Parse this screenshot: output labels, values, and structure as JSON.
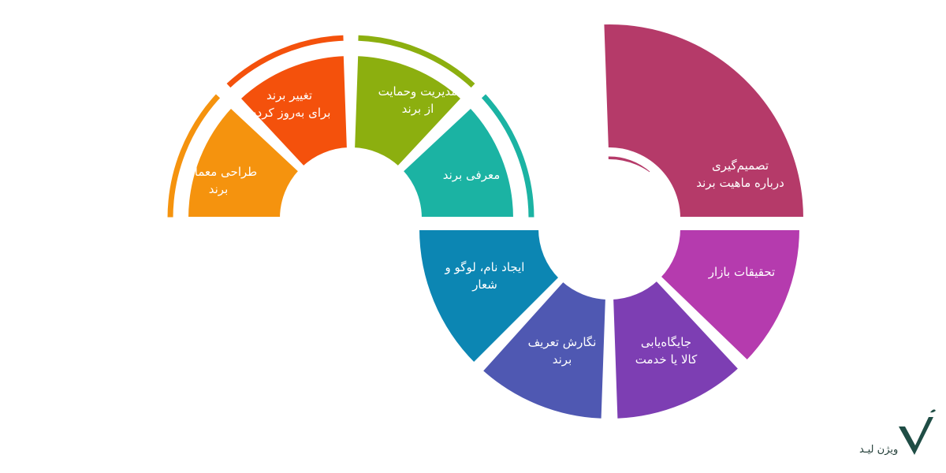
{
  "segments": [
    {
      "id": "brand-architecture",
      "lines": [
        "طراحی معماری",
        "برند"
      ],
      "color": "#F5930E"
    },
    {
      "id": "rebranding",
      "lines": [
        "تغییر برند",
        "برای به‌روز کردن"
      ],
      "color": "#F4510C"
    },
    {
      "id": "brand-management",
      "lines": [
        "مدیریت وحمایت",
        "از برند"
      ],
      "color": "#8CAF0F"
    },
    {
      "id": "brand-introduction",
      "lines": [
        "معرفی برند"
      ],
      "color": "#1BB3A3"
    },
    {
      "id": "name-logo-slogan",
      "lines": [
        "ایجاد نام، لوگو و",
        "شعار"
      ],
      "color": "#0C86B3"
    },
    {
      "id": "brand-definition",
      "lines": [
        "نگارش تعریف",
        "برند"
      ],
      "color": "#4F58B2"
    },
    {
      "id": "product-positioning",
      "lines": [
        "جایگاه‌یابی",
        "کالا یا خدمت"
      ],
      "color": "#7D3EB3"
    },
    {
      "id": "market-research",
      "lines": [
        "تحقیقات بازار"
      ],
      "color": "#B53BAE"
    },
    {
      "id": "brand-nature-decision",
      "lines": [
        "تصمیم‌گیری",
        "درباره ماهیت برند"
      ],
      "color": "#B53A69"
    }
  ],
  "logo": {
    "text": "ویژن لیـد",
    "color": "#1F4D45"
  }
}
